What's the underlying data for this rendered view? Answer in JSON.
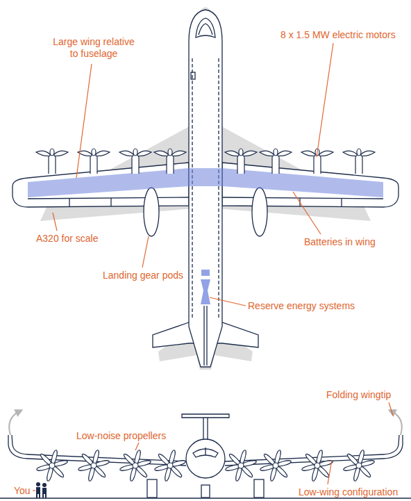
{
  "diagram": {
    "labels": [
      "Large wing relative to fuselage",
      "8 x 1.5 MW electric motors",
      "A320 for scale",
      "Landing gear pods",
      "Batteries in wing",
      "Reserve energy systems",
      "Low-noise propellers",
      "Folding wingtip",
      "Low-wing configuration",
      "You"
    ]
  }
}
